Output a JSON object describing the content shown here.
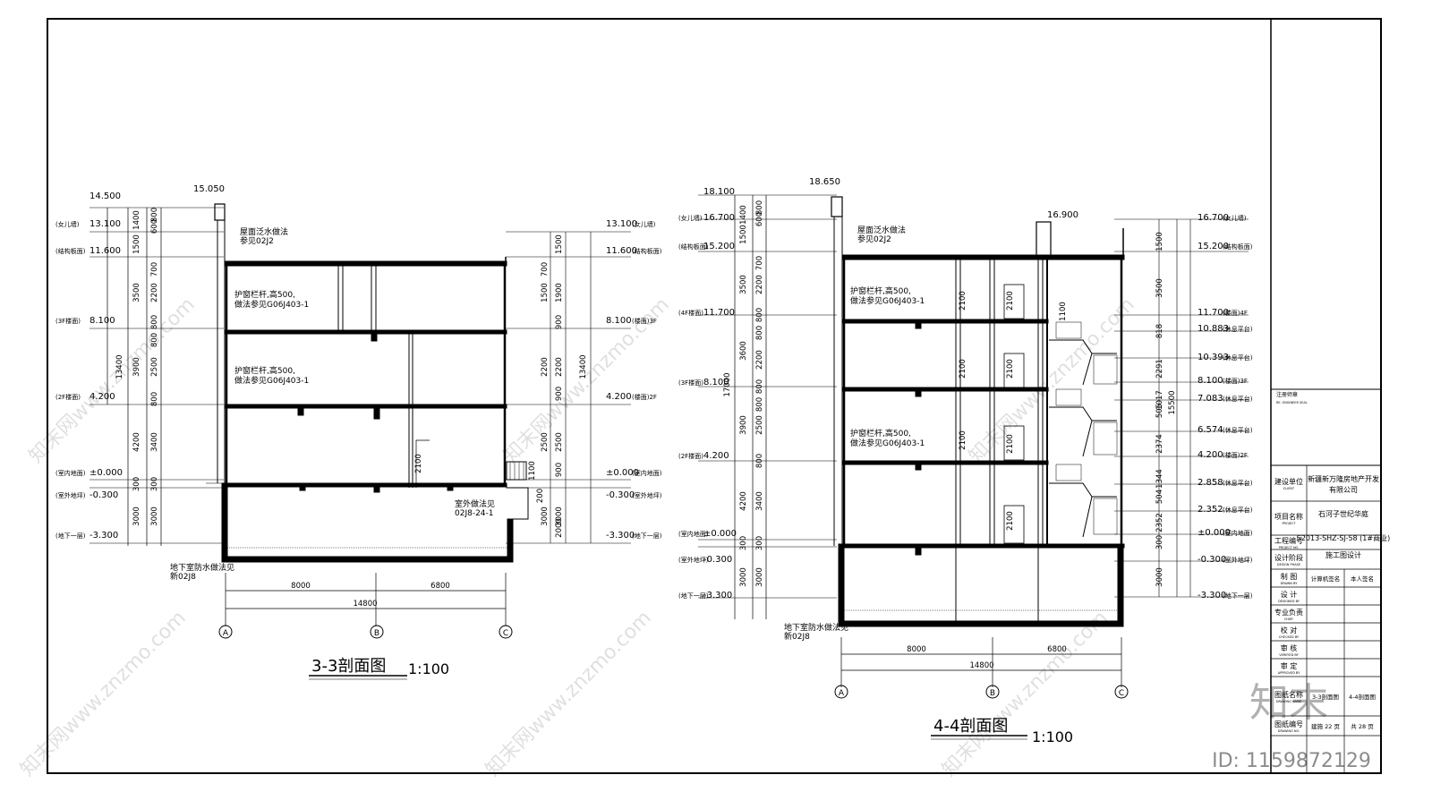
{
  "section_3_3": {
    "title": "3-3剖面图",
    "scale": "1:100",
    "left_elevations": [
      "14.500",
      "13.100",
      "11.600",
      "8.100",
      "4.200",
      "±0.000",
      "-0.300",
      "-3.300"
    ],
    "left_level_labels": [
      "(女儿墙)",
      "(结构板面)",
      "(3F楼面)",
      "(2F楼面)",
      "(室内地面)",
      "(室外地坪)",
      "(地下一层)"
    ],
    "right_elevations": [
      "13.100",
      "11.600",
      "8.100",
      "4.200",
      "±0.000",
      "-0.300",
      "-3.300"
    ],
    "right_level_labels": [
      "(女儿墙)",
      "(结构板面)",
      "(楼面)3F",
      "(楼面)2F",
      "(室内地面)",
      "(室外地坪)",
      "(地下一层)"
    ],
    "top_elevation": "15.050",
    "left_dims_inner": [
      "1400",
      "1500",
      "3500",
      "3900",
      "4200",
      "300",
      "3000"
    ],
    "left_dims_outer": [
      "800",
      "600",
      "700",
      "2200",
      "800",
      "800",
      "2500",
      "800",
      "3400",
      "300",
      "3000"
    ],
    "total_height_dim": "13400",
    "right_dims_inner": [
      "1500",
      "1900",
      "900",
      "2200",
      "900",
      "2500",
      "900",
      "3000",
      "2000"
    ],
    "right_dims_outer": [
      "700",
      "1500",
      "2200",
      "2500",
      "3000"
    ],
    "right_total_dim": "13400",
    "notes": [
      "屋面泛水做法",
      "参见02J2",
      "护窗栏杆,高500,",
      "做法参见G06J403-1",
      "护窗栏杆,高500,",
      "做法参见G06J403-1",
      "室外做法见",
      "02J8-24-1",
      "地下室防水做法见",
      "新02J8"
    ],
    "interior_dims": [
      "2100",
      "1100",
      "200"
    ],
    "bottom_dims": [
      "8000",
      "6800",
      "14800"
    ],
    "axes": [
      "A",
      "B",
      "C"
    ]
  },
  "section_4_4": {
    "title": "4-4剖面图",
    "scale": "1:100",
    "left_elevations": [
      "18.100",
      "16.700",
      "15.200",
      "11.700",
      "8.100",
      "4.200",
      "±0.000",
      "-0.300",
      "-3.300"
    ],
    "left_level_labels": [
      "(女儿墙)",
      "(结构板面)",
      "(4F楼面)",
      "(3F楼面)",
      "(2F楼面)",
      "(室内地面)",
      "(室外地坪)",
      "(地下一层)"
    ],
    "right_elevations": [
      "16.700",
      "15.200",
      "11.700",
      "10.883",
      "10.393",
      "8.100",
      "7.083",
      "6.574",
      "4.200",
      "2.858",
      "2.352",
      "±0.000",
      "-0.300",
      "-3.300"
    ],
    "right_level_labels": [
      "(女儿墙)",
      "(结构板面)",
      "(楼面)4F",
      "(休息平台)",
      "(休息平台)",
      "(楼面)3F",
      "(休息平台)",
      "(休息平台)",
      "(楼面)2F",
      "(休息平台)",
      "(休息平台)",
      "(室内地面)",
      "(室外地坪)",
      "(地下一层)"
    ],
    "top_elevations": [
      "18.650",
      "16.900"
    ],
    "left_dims_inner": [
      "1400",
      "1500",
      "3500",
      "3600",
      "3900",
      "4200",
      "300",
      "3000"
    ],
    "left_dims_outer": [
      "800",
      "600",
      "700",
      "2200",
      "800",
      "800",
      "2200",
      "800",
      "800",
      "2500",
      "800",
      "3400",
      "300",
      "3000"
    ],
    "total_height_dim": "17000",
    "right_dims": [
      "1500",
      "3500",
      "818",
      "2291",
      "1017",
      "505",
      "2374",
      "1344",
      "504",
      "2352",
      "300",
      "3000"
    ],
    "right_total_dim": "15500",
    "notes": [
      "屋面泛水做法",
      "参见02J2",
      "护窗栏杆,高500,",
      "做法参见G06J403-1",
      "护窗栏杆,高500,",
      "做法参见G06J403-1",
      "地下室防水做法见",
      "新02J8"
    ],
    "interior_dims": [
      "2100",
      "2100",
      "2100",
      "2100",
      "1100",
      "2100",
      "2100",
      "2100"
    ],
    "bottom_dims": [
      "8000",
      "6800",
      "14800"
    ],
    "axes": [
      "A",
      "B",
      "C"
    ]
  },
  "title_block": {
    "seal_label": "注册师章",
    "seal_label_en": "RE. ENGINEER SEAL",
    "rows": [
      {
        "label": "建设单位",
        "label_en": "CLIENT",
        "value": "新疆新万隆房地产开发",
        "value2": "有限公司"
      },
      {
        "label": "项目名称",
        "label_en": "PROJECT",
        "value": "石河子世纪华庭",
        "value2": ""
      },
      {
        "label": "工程编号",
        "label_en": "PROJECT NO.",
        "value": "S2013-SHZ-SJ-58 (1#商业)",
        "value2": ""
      },
      {
        "label": "设计阶段",
        "label_en": "DESIGN PHASE",
        "value": "施工图设计",
        "value2": ""
      },
      {
        "label": "制 图",
        "label_en": "DRAWN BY",
        "value": "计算机签名",
        "value2": "本人签名"
      },
      {
        "label": "设 计",
        "label_en": "DESIGNED BY",
        "value": "",
        "value2": ""
      },
      {
        "label": "专业负责",
        "label_en": "CHIEF",
        "value": "",
        "value2": ""
      },
      {
        "label": "校 对",
        "label_en": "CHECKED BY",
        "value": "",
        "value2": ""
      },
      {
        "label": "审 核",
        "label_en": "VERIFIED BY",
        "value": "",
        "value2": ""
      },
      {
        "label": "审 定",
        "label_en": "APPROVED BY",
        "value": "",
        "value2": ""
      },
      {
        "label": "图纸名称",
        "label_en": "DRAWING NAME",
        "value": "3-3剖面图",
        "value2": "4-4剖面图"
      },
      {
        "label": "图纸编号",
        "label_en": "DRAWING NO.",
        "value": "建施 22 页",
        "value2": "共 28 页"
      }
    ]
  },
  "watermark": {
    "text": "知末网www.znzmo.com",
    "logo": "知末",
    "id": "ID: 1159872129"
  }
}
